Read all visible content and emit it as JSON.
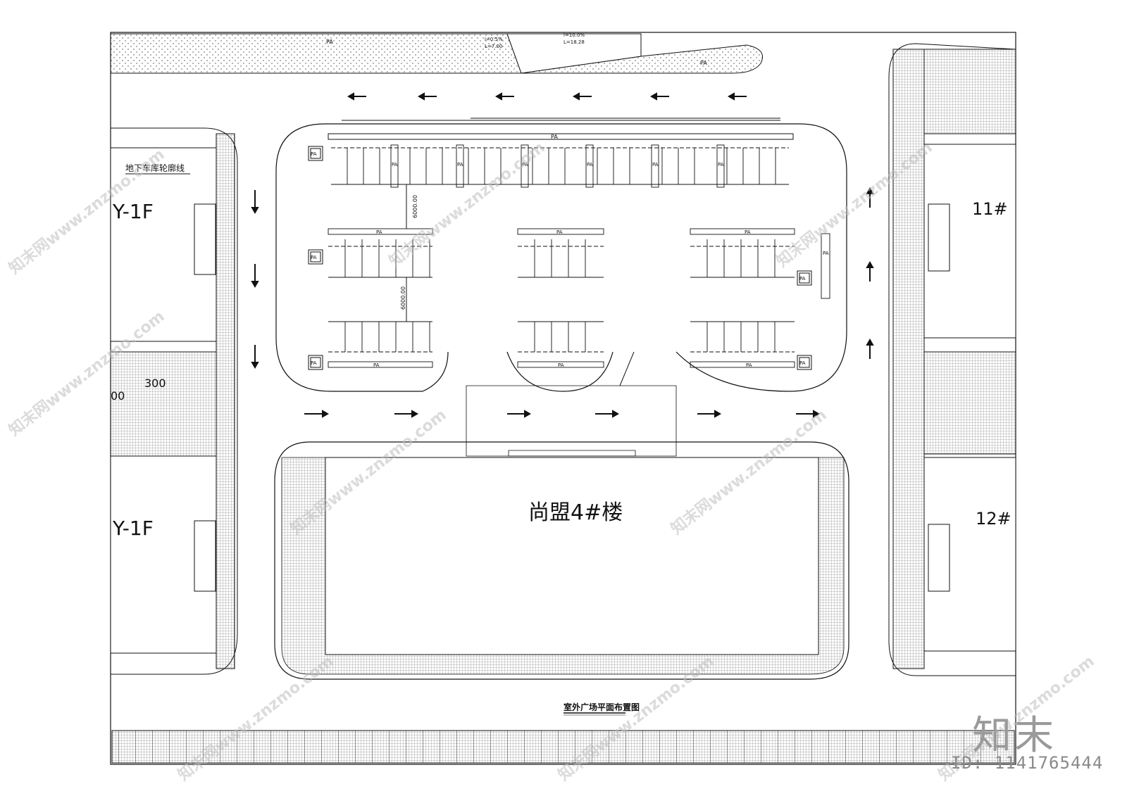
{
  "main_building_label": "尚盟4#楼",
  "building_11_label": "11#",
  "building_12_label": "12#",
  "left_floor_label_top": "Y-1F",
  "left_floor_label_bottom": "Y-1F",
  "garage_outline_label": "地下车库轮廓线",
  "drawing_title": "室外广场平面布置图",
  "pa_label": "PA",
  "dim_6000_top": "6000.00",
  "dim_6000_mid": "6000.00",
  "dim_300": "300",
  "dim_00": "00",
  "slope_note_1": "i=0.5%",
  "slope_note_2": "L=7.00",
  "slope_note_3": "i=10.0%",
  "slope_note_4": "L=18.28",
  "watermark_text": "知末网www.znzmo.com",
  "brand_logo": "知末",
  "image_id": "ID: 1141765444",
  "colors": {
    "line": "#111111",
    "hatch": "#555555",
    "watermark": "#bdbdbd"
  }
}
